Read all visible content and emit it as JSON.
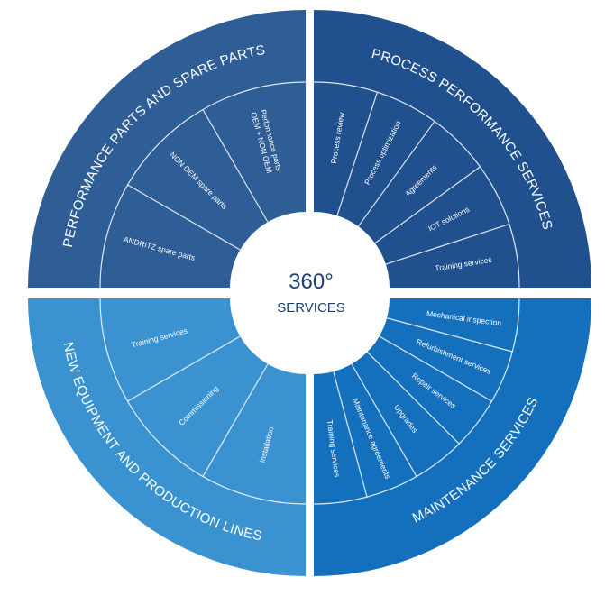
{
  "center": {
    "title": "360°",
    "subtitle": "SERVICES"
  },
  "quadrants": [
    {
      "key": "performance-parts",
      "title": "PERFORMANCE PARTS AND SPARE PARTS",
      "color": "#2f5d96",
      "items": [
        {
          "lines": [
            "ANDRITZ spare parts"
          ]
        },
        {
          "lines": [
            "NON OEM spare parts"
          ]
        },
        {
          "lines": [
            "Performance parts",
            "OEM + NON OEM"
          ]
        }
      ]
    },
    {
      "key": "process-performance",
      "title": "PROCESS PERFORMANCE SERVICES",
      "color": "#21508f",
      "items": [
        {
          "lines": [
            "Process review"
          ]
        },
        {
          "lines": [
            "Process optimization"
          ]
        },
        {
          "lines": [
            "Agreements"
          ]
        },
        {
          "lines": [
            "IOT solutions"
          ]
        },
        {
          "lines": [
            "Training services"
          ]
        }
      ]
    },
    {
      "key": "maintenance",
      "title": "MAINTENANCE SERVICES",
      "color": "#1470bc",
      "items": [
        {
          "lines": [
            "Mechanical inspection"
          ]
        },
        {
          "lines": [
            "Refurbishment services"
          ]
        },
        {
          "lines": [
            "Repair services"
          ]
        },
        {
          "lines": [
            "Upgrades"
          ]
        },
        {
          "lines": [
            "Maintenance agreements"
          ]
        },
        {
          "lines": [
            "Training services"
          ]
        }
      ]
    },
    {
      "key": "new-equipment",
      "title": "NEW EQUIPMENT AND PRODUCTION LINES",
      "color": "#3a93d0",
      "items": [
        {
          "lines": [
            "Installation"
          ]
        },
        {
          "lines": [
            "Commissioning"
          ]
        },
        {
          "lines": [
            "Training services"
          ]
        }
      ]
    }
  ]
}
